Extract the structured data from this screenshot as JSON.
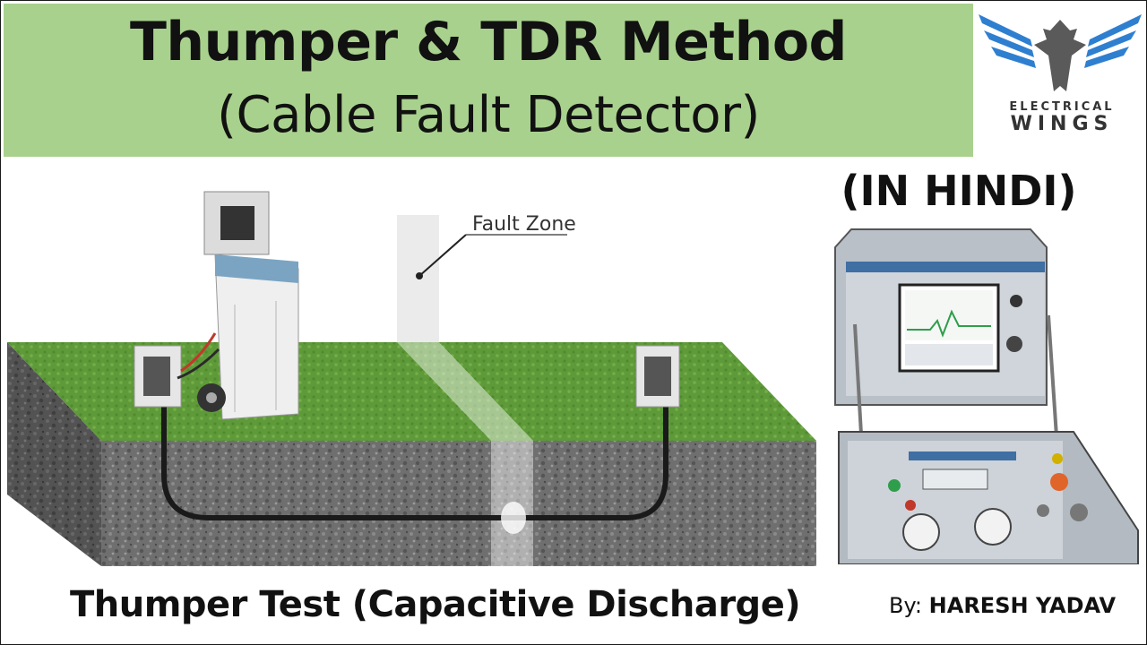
{
  "header": {
    "title_line1": "Thumper & TDR Method",
    "title_line2": "(Cable Fault Detector)"
  },
  "logo": {
    "line1": "ELECTRICAL",
    "line2": "WINGS",
    "icon": "eagle-wings-logo"
  },
  "language_badge": "(IN HINDI)",
  "diagram": {
    "fault_label": "Fault Zone"
  },
  "caption": "Thumper Test (Capacitive Discharge)",
  "author": {
    "prefix": "By:",
    "name": "HARESH YADAV"
  },
  "colors": {
    "title_background": "#a9d18e",
    "grass": "#5f9a3a",
    "soil": "#6e6e6e",
    "logo_blue": "#2f7fd0",
    "logo_grey": "#5a5a5a"
  }
}
